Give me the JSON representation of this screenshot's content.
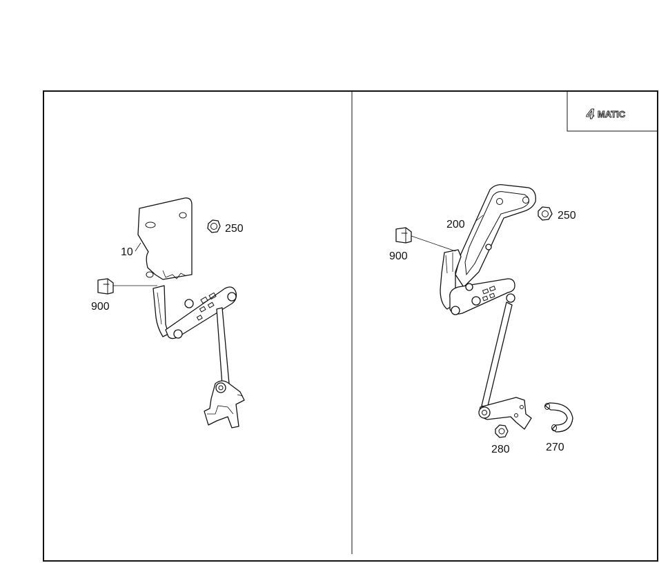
{
  "badge": {
    "digit": "4",
    "word": "MATIC"
  },
  "left_panel": {
    "callouts": [
      {
        "id": "10",
        "text": "10"
      },
      {
        "id": "250",
        "text": "250"
      },
      {
        "id": "900",
        "text": "900"
      }
    ]
  },
  "right_panel": {
    "callouts": [
      {
        "id": "200",
        "text": "200"
      },
      {
        "id": "250",
        "text": "250"
      },
      {
        "id": "900",
        "text": "900"
      },
      {
        "id": "280",
        "text": "280"
      },
      {
        "id": "270",
        "text": "270"
      }
    ]
  }
}
